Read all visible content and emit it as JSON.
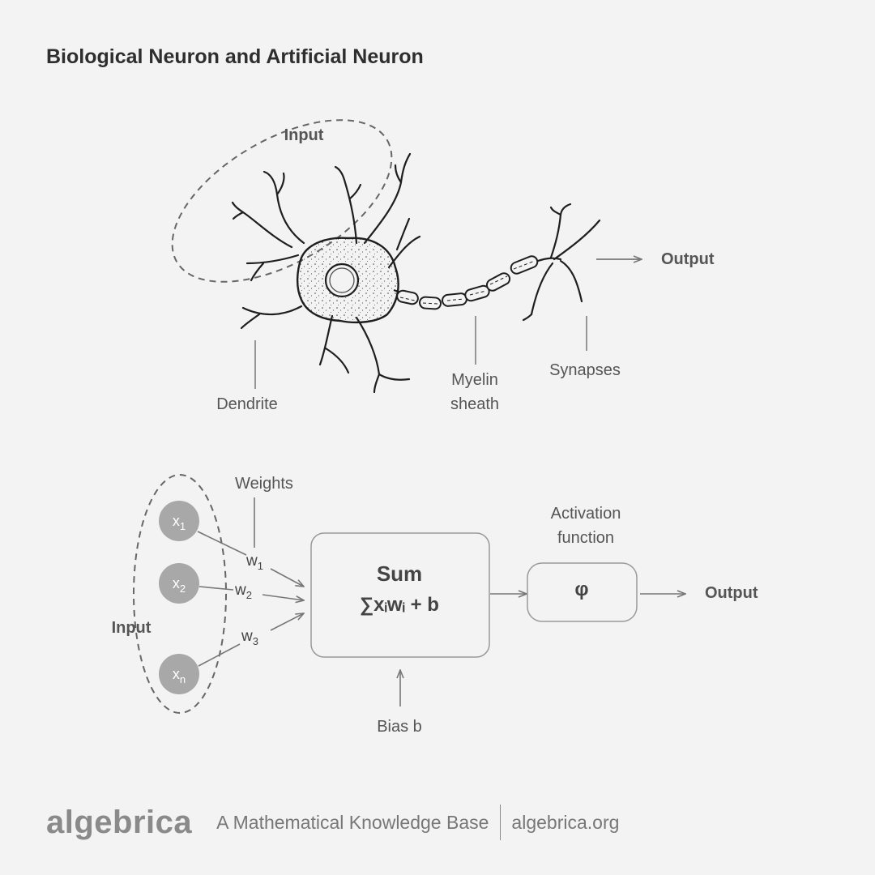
{
  "title": "Biological Neuron and Artificial Neuron",
  "biological": {
    "input_label": "Input",
    "output_label": "Output",
    "dendrite_label": "Dendrite",
    "myelin_label_line1": "Myelin",
    "myelin_label_line2": "sheath",
    "synapses_label": "Synapses"
  },
  "artificial": {
    "input_label": "Input",
    "weights_label": "Weights",
    "inputs": [
      {
        "base": "x",
        "sub": "1"
      },
      {
        "base": "x",
        "sub": "2"
      },
      {
        "base": "x",
        "sub": "n"
      }
    ],
    "weights": [
      {
        "base": "w",
        "sub": "1"
      },
      {
        "base": "w",
        "sub": "2"
      },
      {
        "base": "w",
        "sub": "3"
      }
    ],
    "sum_title": "Sum",
    "sum_formula": "∑xᵢwᵢ + b",
    "activation_label_line1": "Activation",
    "activation_label_line2": "function",
    "activation_symbol": "φ",
    "output_label": "Output",
    "bias_label": "Bias b"
  },
  "footer": {
    "logo": "algebrica",
    "tagline": "A Mathematical Knowledge Base",
    "site": "algebrica.org"
  },
  "colors": {
    "background": "#f3f3f3",
    "node_fill": "#a8a8a8",
    "line": "#888888",
    "text": "#555555"
  }
}
